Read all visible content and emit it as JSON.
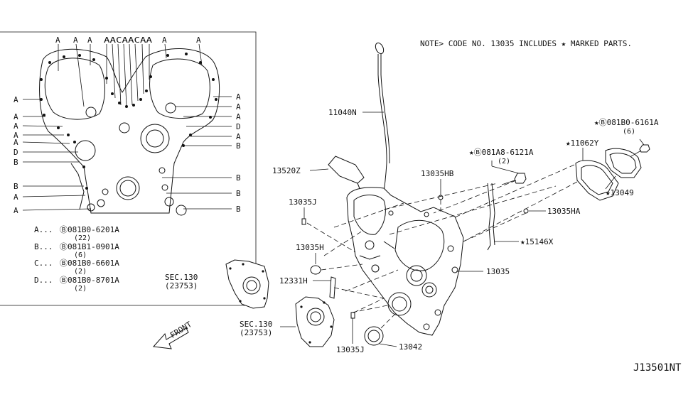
{
  "note": "NOTE> CODE NO. 13035 INCLUDES ★ MARKED PARTS.",
  "diagram_id": "J13501NT",
  "inset": {
    "letter_a": "A",
    "letter_b": "B",
    "letter_c": "C",
    "letter_d": "D",
    "top_group": "AACAACAA",
    "legend": [
      {
        "key": "A...",
        "part": "Ⓑ081B0-6201A",
        "qty": "(22)"
      },
      {
        "key": "B...",
        "part": "Ⓑ081B1-0901A",
        "qty": "(6)"
      },
      {
        "key": "C...",
        "part": "Ⓑ081B0-6601A",
        "qty": "(2)"
      },
      {
        "key": "D...",
        "part": "Ⓑ081B0-8701A",
        "qty": "(2)"
      }
    ]
  },
  "callouts": {
    "p11040n": "11040N",
    "p13520z": "13520Z",
    "p13035hb": "13035HB",
    "p13035j_top": "13035J",
    "p13035h": "13035H",
    "p12331h": "12331H",
    "p13035": "13035",
    "p13035ha": "13035HA",
    "p15146x": "★15146X",
    "p081a8": "★Ⓑ081A8-6121A",
    "p081a8_qty": "(2)",
    "p081b0": "★Ⓑ081B0-6161A",
    "p081b0_qty": "(6)",
    "p11062y": "★11062Y",
    "p13049": "★13049",
    "sec1": "SEC.130",
    "sec1_sub": "(23753)",
    "sec2": "SEC.130",
    "sec2_sub": "(23753)",
    "p13035j_bot": "13035J",
    "p13042": "13042",
    "front": "FRONT"
  }
}
